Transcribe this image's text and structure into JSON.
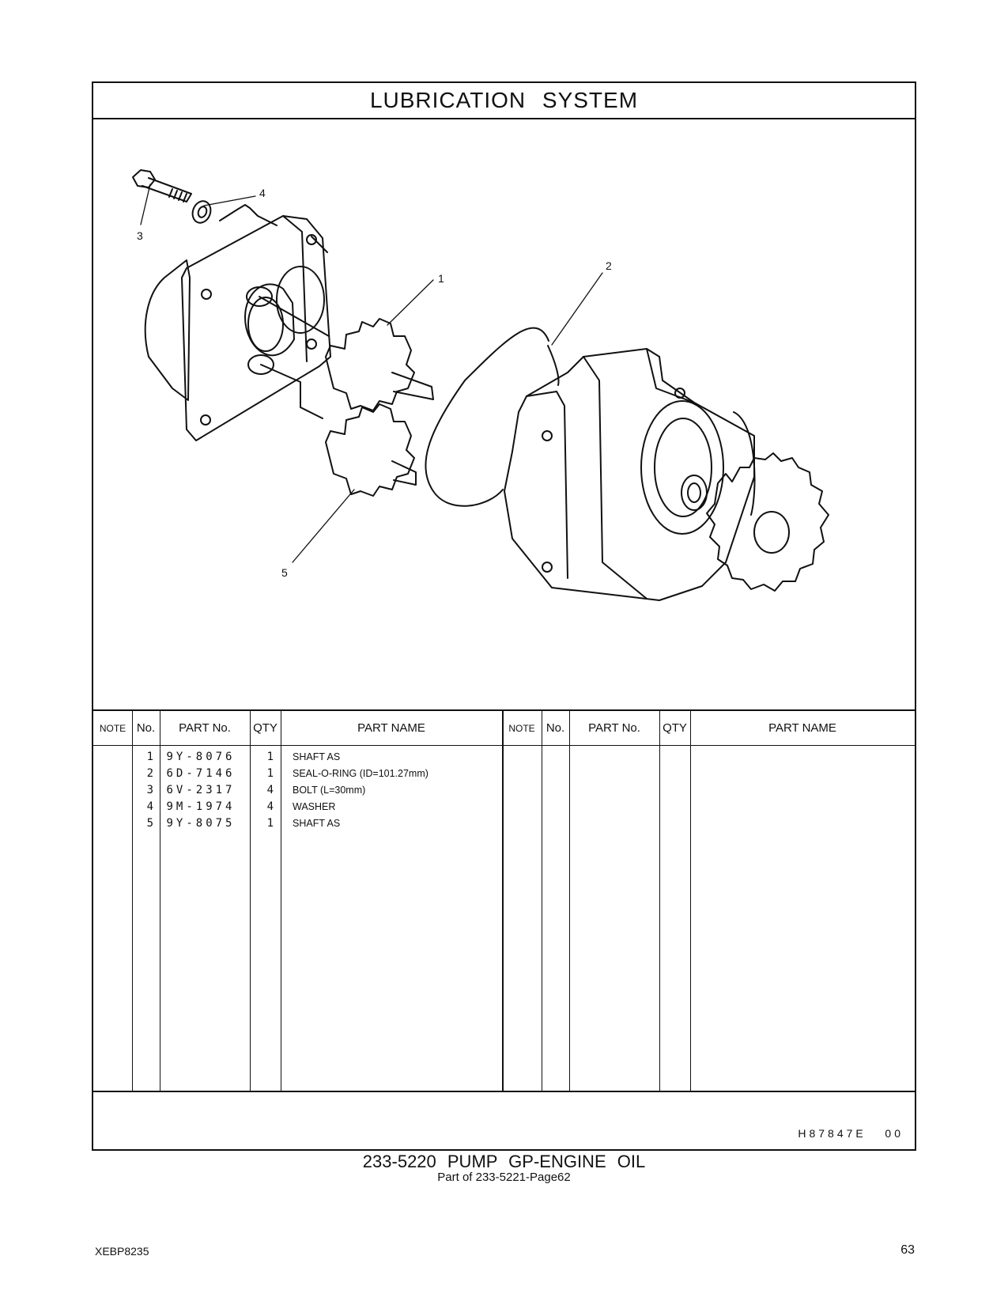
{
  "page": {
    "section_title": "LUBRICATION SYSTEM",
    "diagram_callouts": [
      "1",
      "2",
      "3",
      "4",
      "5"
    ],
    "table": {
      "headers": {
        "note": "NOTE",
        "no": "No.",
        "part_no": "PART No.",
        "qty": "QTY",
        "part_name": "PART NAME"
      },
      "rows": [
        {
          "no": "1",
          "part_no": "9Y-8076",
          "qty": "1",
          "name": "SHAFT  AS"
        },
        {
          "no": "2",
          "part_no": "6D-7146",
          "qty": "1",
          "name": "SEAL-O-RING (ID=101.27mm)"
        },
        {
          "no": "3",
          "part_no": "6V-2317",
          "qty": "4",
          "name": "BOLT (L=30mm)"
        },
        {
          "no": "4",
          "part_no": "9M-1974",
          "qty": "4",
          "name": "WASHER"
        },
        {
          "no": "5",
          "part_no": "9Y-8075",
          "qty": "1",
          "name": "SHAFT  AS"
        }
      ]
    },
    "illustration_ref": "H87847E   00",
    "caption_main": "233-5220  PUMP  GP-ENGINE  OIL",
    "caption_sub": "Part of 233-5221-Page62",
    "doc_id": "XEBP8235",
    "page_number": "63"
  }
}
